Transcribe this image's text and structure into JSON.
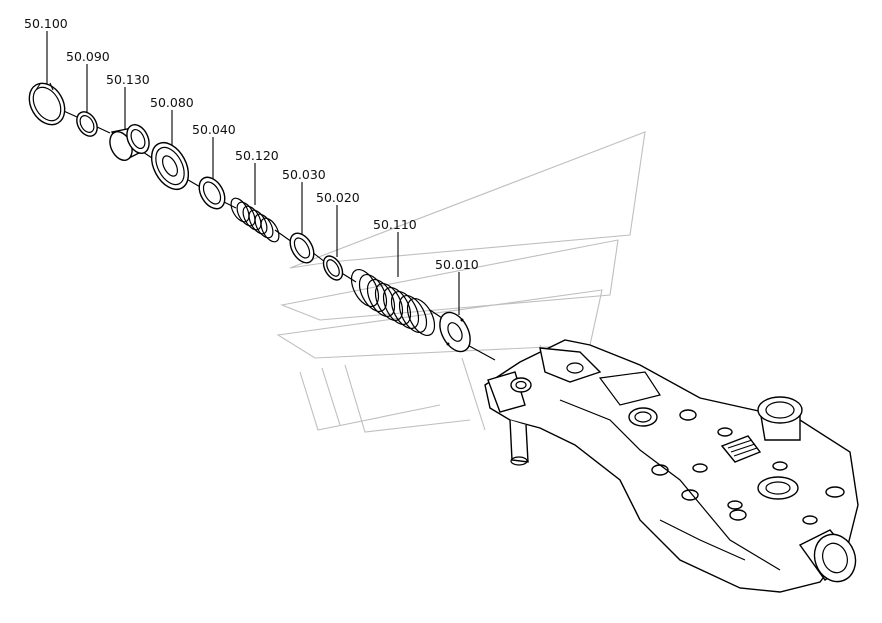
{
  "parts": [
    {
      "id": "p100",
      "label": "50.100"
    },
    {
      "id": "p090",
      "label": "50.090"
    },
    {
      "id": "p130",
      "label": "50.130"
    },
    {
      "id": "p080",
      "label": "50.080"
    },
    {
      "id": "p040",
      "label": "50.040"
    },
    {
      "id": "p120",
      "label": "50.120"
    },
    {
      "id": "p030",
      "label": "50.030"
    },
    {
      "id": "p020",
      "label": "50.020"
    },
    {
      "id": "p110",
      "label": "50.110"
    },
    {
      "id": "p010",
      "label": "50.010"
    }
  ]
}
